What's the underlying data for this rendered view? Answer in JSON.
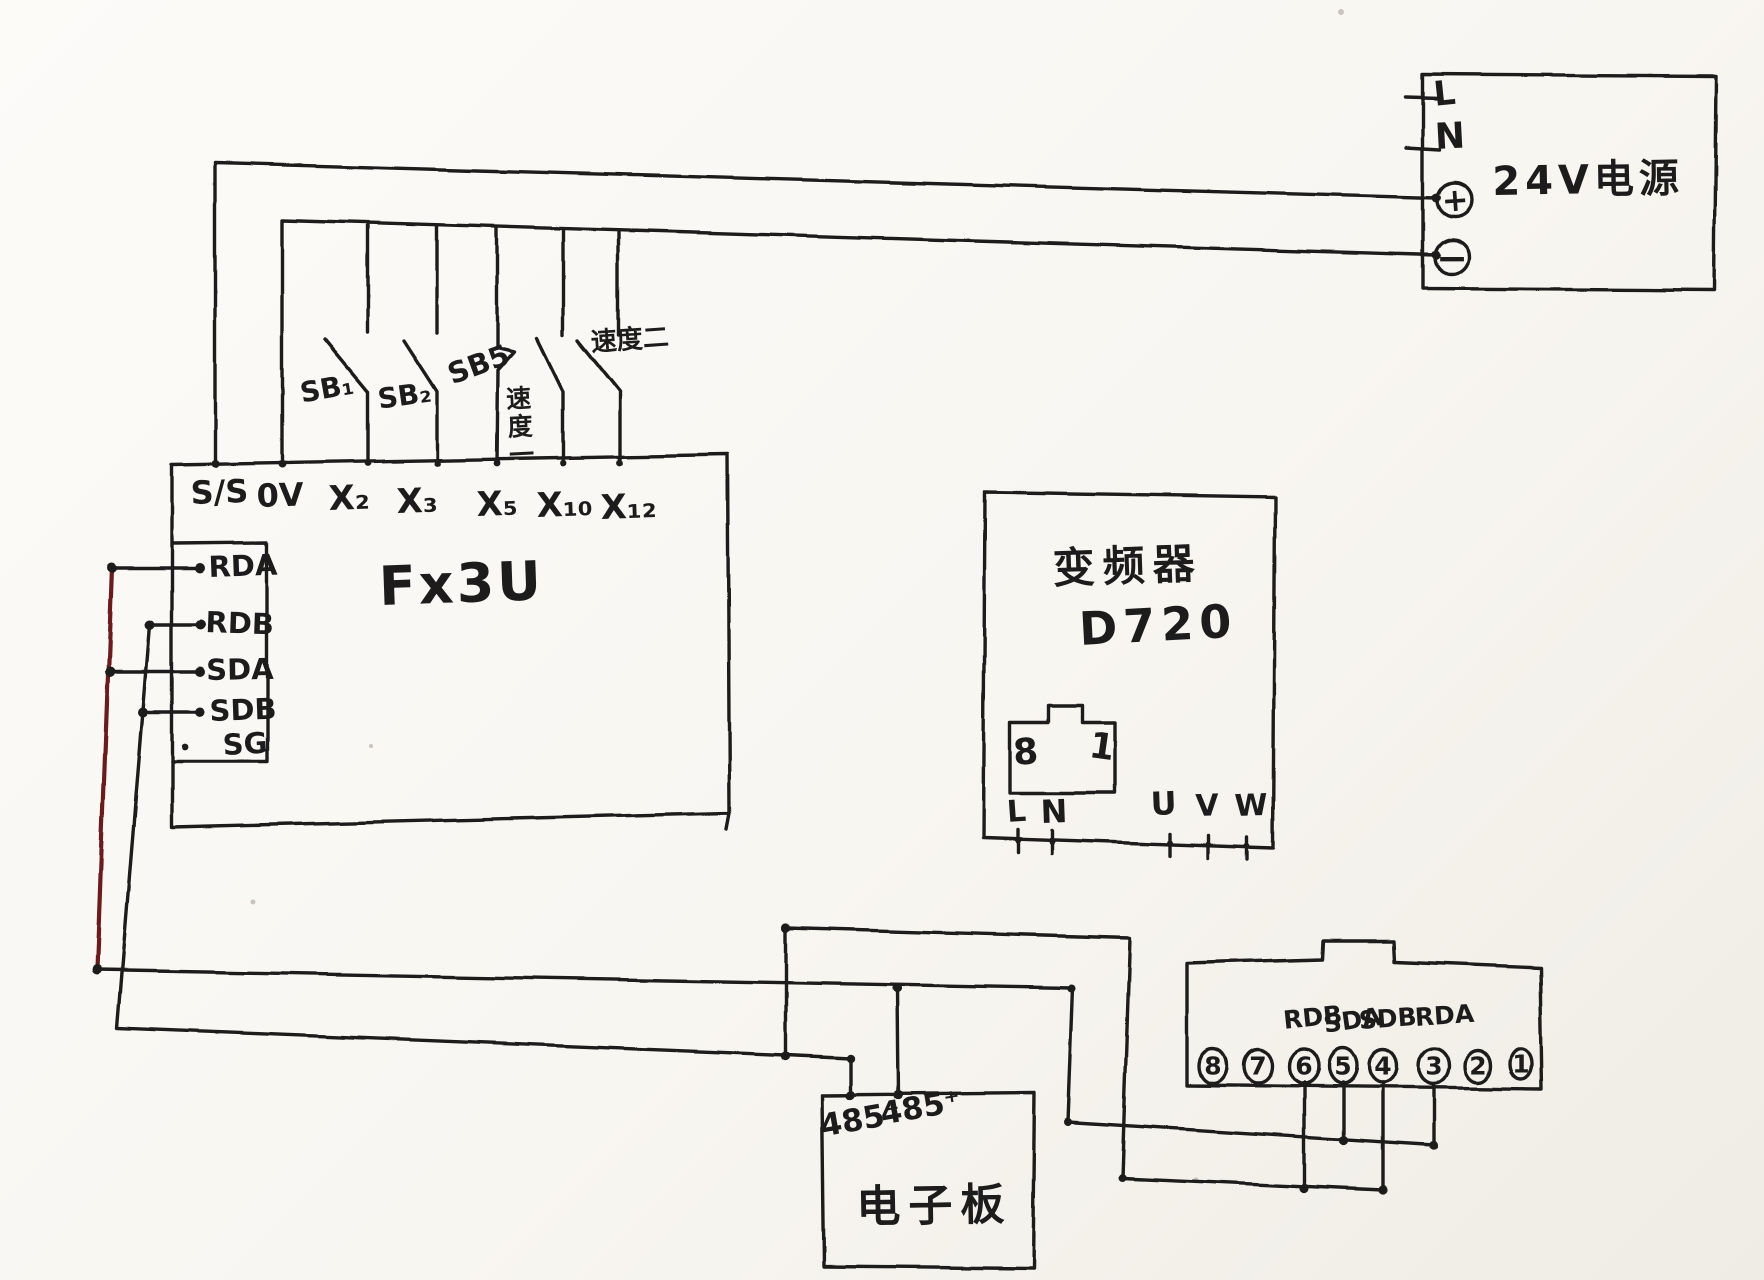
{
  "psu": {
    "title": "24V电源",
    "terminals": [
      "L",
      "N",
      "+",
      "−"
    ]
  },
  "plc": {
    "title": "Fx3U",
    "top_terminals": [
      "S/S",
      "0V",
      "X₂",
      "X₃",
      "X₅",
      "X₁₀",
      "X₁₂"
    ],
    "comm_terminals": [
      "RDA",
      "RDB",
      "SDA",
      "SDB",
      "SG"
    ]
  },
  "switches": [
    {
      "label": "SB₁"
    },
    {
      "label": "SB₂"
    },
    {
      "label": "SB5"
    },
    {
      "label": "速度一"
    },
    {
      "label": "速度二"
    }
  ],
  "inverter": {
    "title": "变频器",
    "model": "D720",
    "port_pins": [
      "8",
      "1"
    ],
    "power_terminals": [
      "L",
      "N",
      "U",
      "V",
      "W"
    ]
  },
  "terminal_block": {
    "pins": [
      "8",
      "7",
      "6",
      "5",
      "4",
      "3",
      "2",
      "1"
    ],
    "pin_labels": [
      "RDB",
      "SDA",
      "SDB",
      "RDA"
    ]
  },
  "board": {
    "title": "电子板",
    "terminals": [
      "485⁻",
      "485⁺"
    ]
  },
  "colors": {
    "ink": "#1d1c1a",
    "red_wire": "#6a1a1a",
    "paper": "#fbfaf6"
  }
}
